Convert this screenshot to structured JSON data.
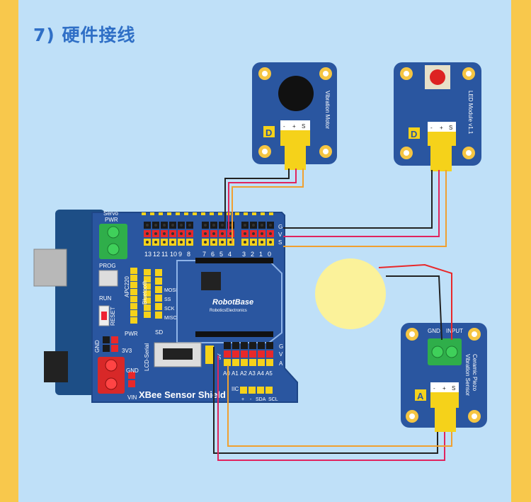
{
  "title": "7) 硬件接线",
  "shield": {
    "brand": "RobotBase",
    "brand_sub": "RoboticsElectronics",
    "name": "XBee Sensor Shield",
    "servo_label": "Servo",
    "pwr_label": "PWR",
    "prog_label": "PROG",
    "run_label": "RUN",
    "reset_label": "RESET",
    "apc_label": "APC220",
    "bluetooth_label": "Bluetooth",
    "sd_label": "SD",
    "lcd_label": "LCD-Serial",
    "iic_label": "IIC",
    "gnd_label": "GND",
    "v33_label": "3V3",
    "vin_label": "VIN",
    "pwr2_label": "PWR",
    "v5_label": "5V",
    "digital_pins": [
      "13",
      "12",
      "11",
      "10",
      "9",
      "8",
      "7",
      "6",
      "5",
      "4",
      "3",
      "2",
      "1",
      "0"
    ],
    "analog_pins": [
      "A0",
      "A1",
      "A2",
      "A3",
      "A4",
      "A5"
    ],
    "spi_labels": [
      "MOSI",
      "SS",
      "SCK",
      "MISO"
    ],
    "row_labels_digital": [
      "G",
      "V",
      "S"
    ],
    "row_labels_analog": [
      "G",
      "V",
      "A"
    ],
    "iic_pins": [
      "+",
      "-",
      "SDA",
      "SCL"
    ]
  },
  "vibration_motor": {
    "label": "Vibration Motor",
    "badge": "D",
    "pins": [
      "-",
      "+",
      "S"
    ]
  },
  "led_module": {
    "label": "LED Module v1.1",
    "badge": "D",
    "pins": [
      "-",
      "+",
      "S"
    ]
  },
  "piezo": {
    "label_line1": "Ceramic Piezo",
    "label_line2": "Vibration Sensor",
    "badge": "A",
    "pins": [
      "-",
      "+",
      "S"
    ],
    "terminal_left": "GND",
    "terminal_right": "INPUT"
  },
  "colors": {
    "wire_black": "#222222",
    "wire_red": "#e0245e",
    "wire_orange": "#f0a030",
    "board_blue": "#2f5aa8",
    "pin_yellow": "#f5d21a",
    "pin_red": "#e8282a",
    "header_black": "#1a1a1a"
  }
}
